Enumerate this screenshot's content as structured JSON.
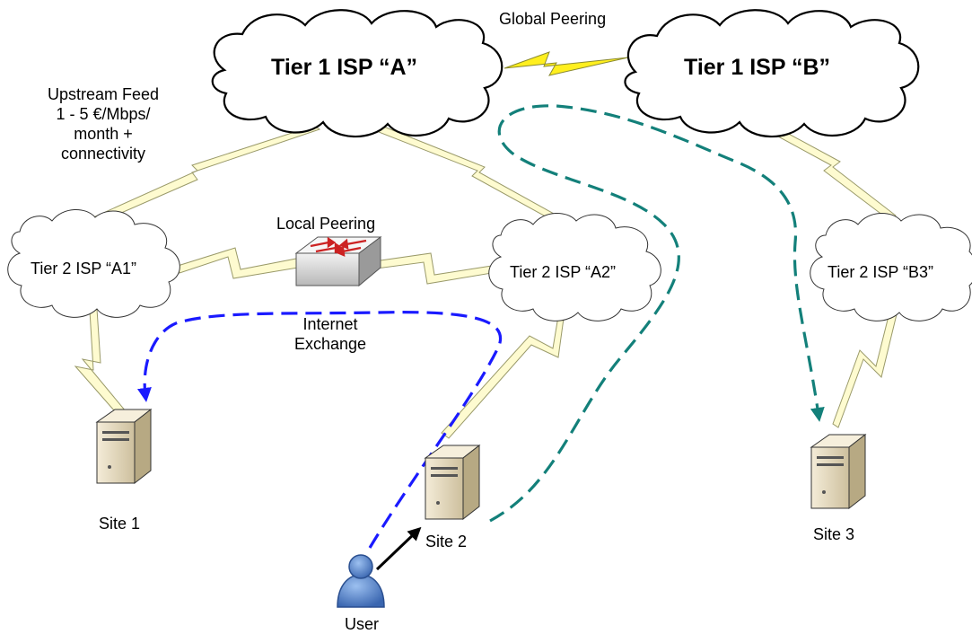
{
  "tier1": {
    "a": "Tier 1 ISP “A”",
    "b": "Tier 1 ISP “B”"
  },
  "tier2": {
    "a1": "Tier 2  ISP “A1”",
    "a2": "Tier 2  ISP “A2”",
    "b3": "Tier 2  ISP “B3”"
  },
  "peering": {
    "global": "Global Peering",
    "local": "Local Peering"
  },
  "upstream_feed": [
    "Upstream Feed",
    "1 - 5 €/Mbps/",
    "month +",
    "connectivity"
  ],
  "exchange": [
    "Internet",
    "Exchange"
  ],
  "sites": {
    "site1": "Site 1",
    "site2": "Site 2",
    "site3": "Site 3"
  },
  "user": "User",
  "colors": {
    "path_blue": "#1a1aff",
    "path_teal": "#13807a",
    "link_fill": "#fefbd0",
    "link_stroke": "#9a9a6a",
    "bolt_yellow": "#ffef1e",
    "server_body": "#e8dcc0",
    "user_blue": "#4a7bc8"
  }
}
